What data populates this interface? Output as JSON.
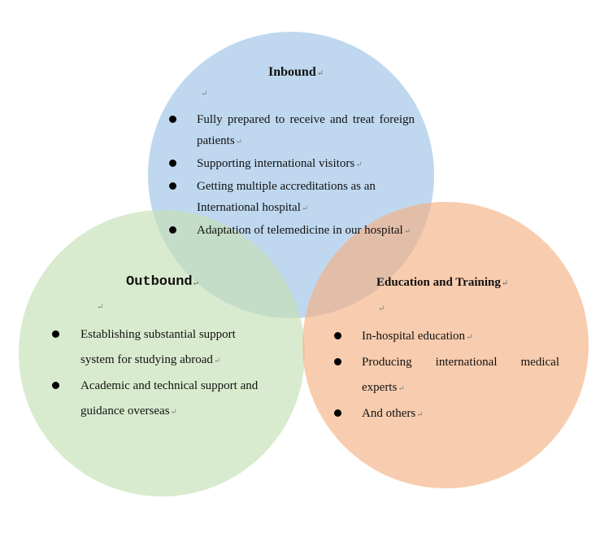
{
  "paragraph_mark": "↵",
  "colors": {
    "inbound": "#9dc3e6",
    "outbound": "#c5e0b4",
    "education": "#f4b183"
  },
  "inbound": {
    "title": "Inbound",
    "items": [
      "Fully prepared to receive and treat foreign patients",
      "Supporting international visitors",
      "Getting multiple accreditations as an International hospital",
      "Adaptation of telemedicine in our hospital"
    ]
  },
  "outbound": {
    "title": "Outbound",
    "items": [
      "Establishing substantial support system for studying abroad",
      "Academic and technical support and guidance overseas"
    ]
  },
  "education": {
    "title": "Education and Training",
    "items": [
      "In-hospital education",
      "Producing international medical experts",
      "And others"
    ]
  }
}
